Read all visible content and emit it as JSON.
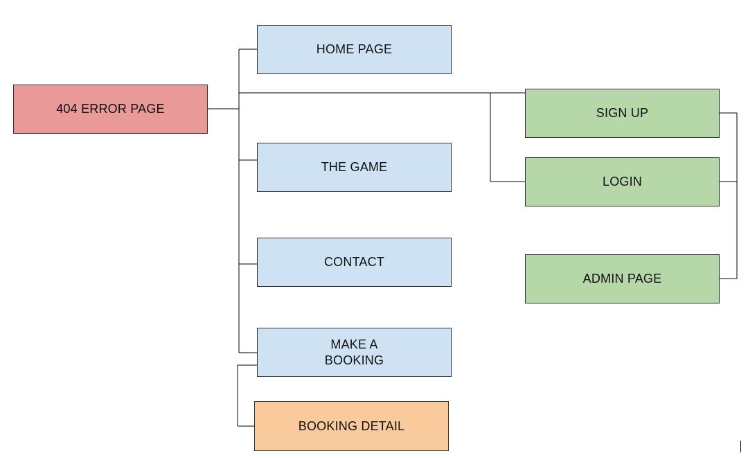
{
  "colors": {
    "error": "#ea9999",
    "main": "#cfe2f3",
    "account": "#b6d7a8",
    "detail": "#f9cb9c",
    "line": "#000000"
  },
  "nodes": {
    "error_page": "404 ERROR PAGE",
    "home_page": "HOME PAGE",
    "the_game": "THE GAME",
    "contact": "CONTACT",
    "make_booking": "MAKE A\nBOOKING",
    "booking_detail": "BOOKING DETAIL",
    "sign_up": "SIGN UP",
    "login": "LOGIN",
    "admin_page": "ADMIN PAGE"
  }
}
